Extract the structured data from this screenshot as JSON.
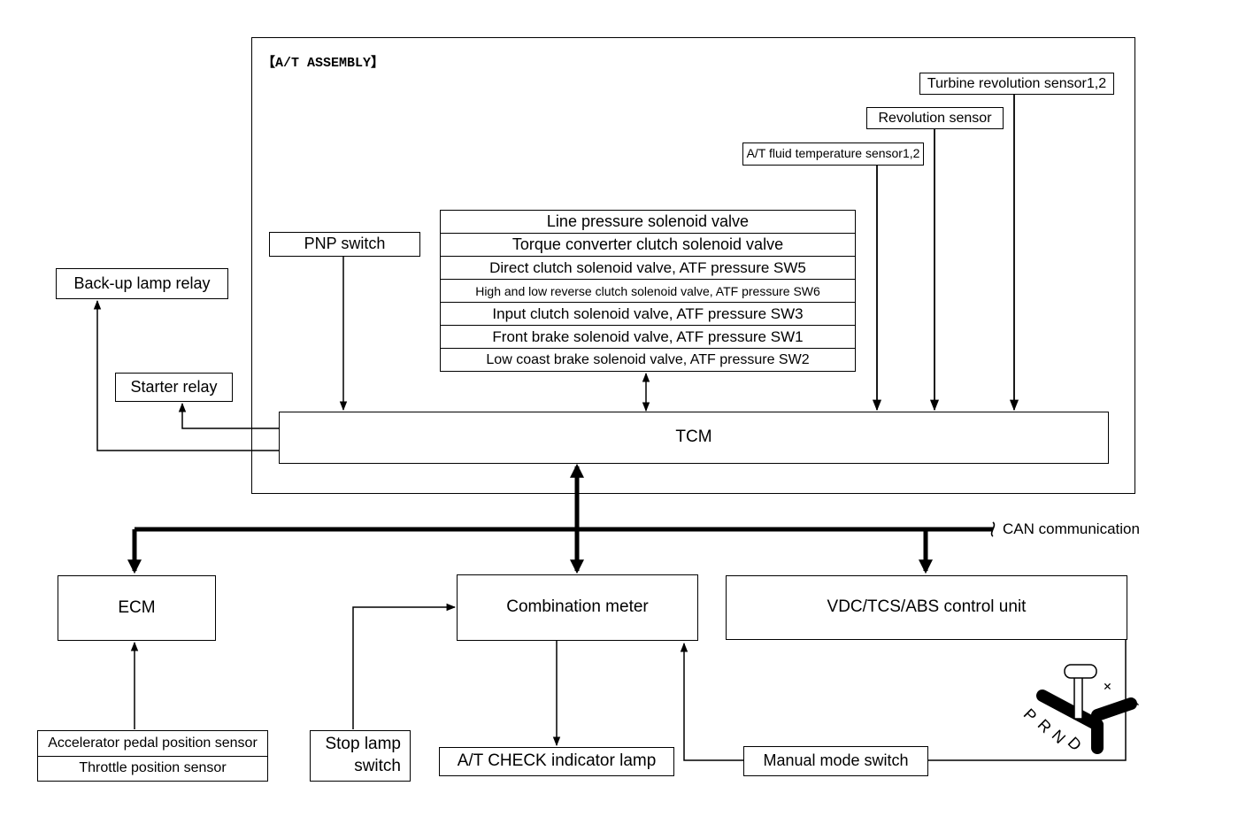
{
  "assembly": {
    "title": "【A/T ASSEMBLY】"
  },
  "blocks": {
    "turbine_sensor": "Turbine revolution sensor1,2",
    "revolution_sensor": "Revolution sensor",
    "fluid_temp_sensor": "A/T fluid temperature sensor1,2",
    "pnp_switch": "PNP switch",
    "backup_lamp_relay": "Back-up lamp relay",
    "starter_relay": "Starter relay",
    "tcm": "TCM",
    "ecm": "ECM",
    "combination_meter": "Combination meter",
    "vdc_unit": "VDC/TCS/ABS control unit",
    "accel_sensor": "Accelerator pedal position sensor",
    "throttle_sensor": "Throttle position sensor",
    "stop_lamp_line1": "Stop lamp",
    "stop_lamp_line2": "switch",
    "at_check_lamp": "A/T CHECK indicator lamp",
    "manual_mode_switch": "Manual mode switch"
  },
  "solenoids": [
    "Line pressure solenoid valve",
    "Torque converter clutch solenoid valve",
    "Direct clutch solenoid valve, ATF pressure SW5",
    "High and low reverse clutch solenoid valve, ATF pressure SW6",
    "Input clutch solenoid valve, ATF pressure SW3",
    "Front brake solenoid valve, ATF pressure SW1",
    "Low coast brake solenoid valve, ATF pressure SW2"
  ],
  "can": {
    "label": "CAN communication"
  },
  "shift_lever": {
    "positions": [
      "P",
      "R",
      "N",
      "D"
    ],
    "plus": "+",
    "minus": "−"
  }
}
